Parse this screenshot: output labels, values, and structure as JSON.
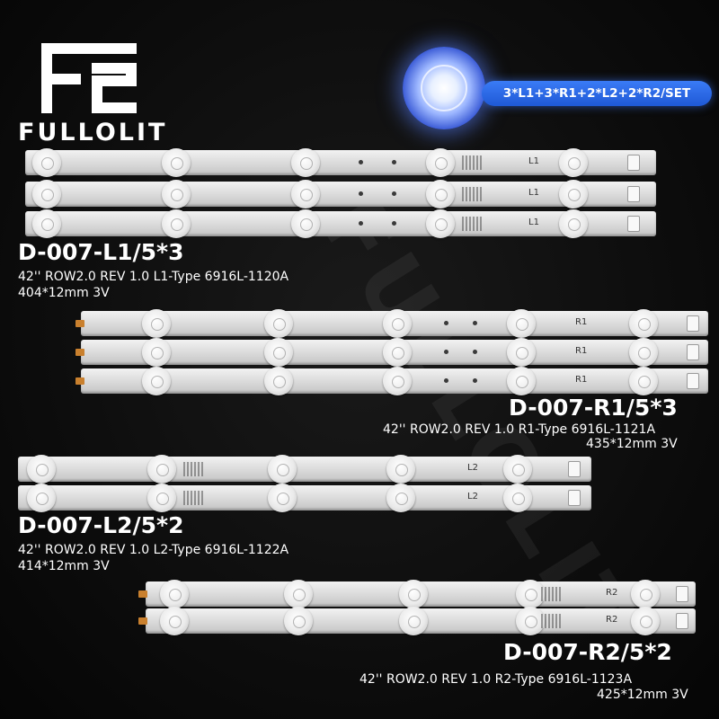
{
  "brand": {
    "name": "FULLOLIT"
  },
  "badge": {
    "set_label": "3*L1+3*R1+2*L2+2*R2/SET"
  },
  "products": [
    {
      "tag": "L1",
      "title": "D-007-L1/5*3",
      "spec": "42'' ROW2.0 REV 1.0 L1-Type 6916L-1120A",
      "size": "404*12mm 3V"
    },
    {
      "tag": "R1",
      "title": "D-007-R1/5*3",
      "spec": "42'' ROW2.0 REV 1.0 R1-Type 6916L-1121A",
      "size": "435*12mm 3V"
    },
    {
      "tag": "L2",
      "title": "D-007-L2/5*2",
      "spec": "42'' ROW2.0 REV 1.0 L2-Type 6916L-1122A",
      "size": "414*12mm 3V"
    },
    {
      "tag": "R2",
      "title": "D-007-R2/5*2",
      "spec": "42'' ROW2.0 REV 1.0 R2-Type 6916L-1123A",
      "size": "425*12mm 3V"
    }
  ]
}
